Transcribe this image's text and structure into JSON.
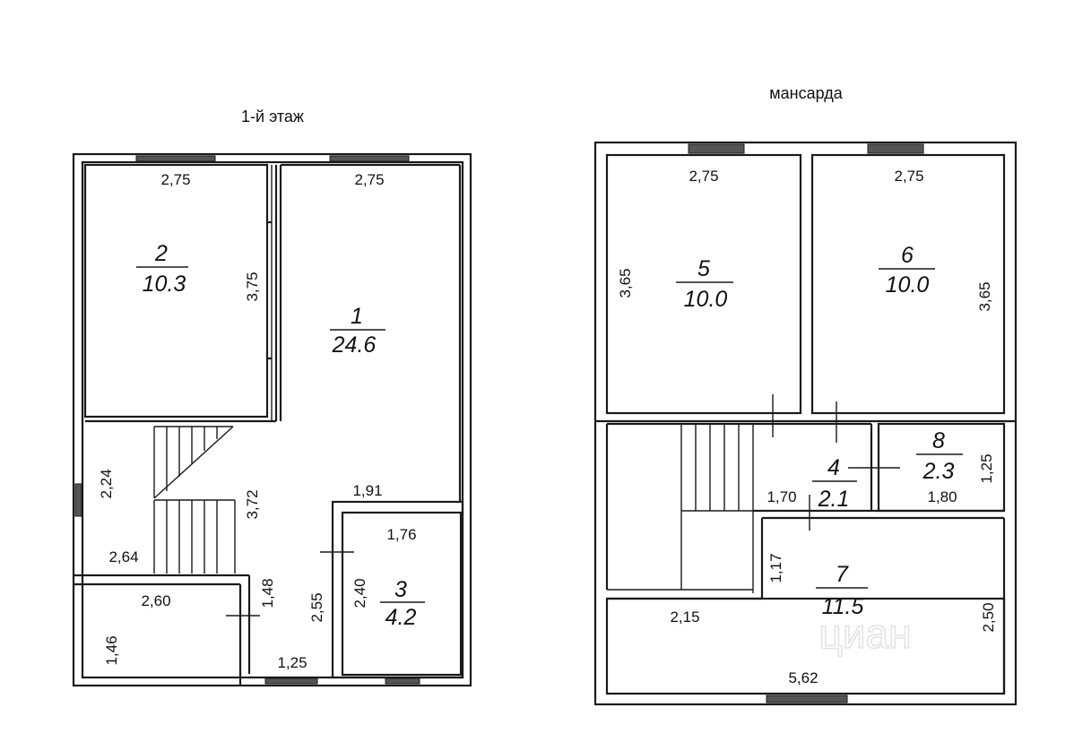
{
  "floor1": {
    "title": "1-й этаж",
    "rooms": [
      {
        "number": "1",
        "area": "24.6"
      },
      {
        "number": "2",
        "area": "10.3"
      },
      {
        "number": "3",
        "area": "4.2"
      }
    ],
    "dims": {
      "room2_width": "2,75",
      "room1_width": "2,75",
      "room2_depth": "3,75",
      "stair_side": "2,24",
      "stair_width": "2,64",
      "stair_depth": "3,72",
      "hall_width": "1,91",
      "bath_width": "1,76",
      "bath_depth": "2,40",
      "passage_depth": "2,55",
      "porch_width": "2,60",
      "porch_inner": "1,48",
      "porch_depth": "1,46",
      "passage_width": "1,25"
    }
  },
  "attic": {
    "title": "мансарда",
    "rooms": [
      {
        "number": "5",
        "area": "10.0"
      },
      {
        "number": "6",
        "area": "10.0"
      },
      {
        "number": "4",
        "area": "2.1"
      },
      {
        "number": "8",
        "area": "2.3"
      },
      {
        "number": "7",
        "area": "11.5"
      }
    ],
    "dims": {
      "room5_width": "2,75",
      "room6_width": "2,75",
      "room5_depth": "3,65",
      "room6_depth": "3,65",
      "room8_depth": "1,25",
      "hall_width": "1,70",
      "room8_width": "1,80",
      "landing_depth": "1,17",
      "room7_left": "2,15",
      "room7_depth": "2,50",
      "room7_width": "5,62"
    }
  },
  "watermark": "циан"
}
